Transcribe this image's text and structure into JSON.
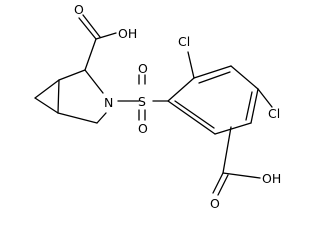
{
  "molecule": {
    "labels": {
      "cooh_top": "OH",
      "cooh_top_o": "O",
      "n": "N",
      "s": "S",
      "so2_o_top": "O",
      "so2_o_bottom": "O",
      "cl_top": "Cl",
      "cl_right": "Cl",
      "cooh_bottom": "OH",
      "cooh_bottom_o": "O"
    }
  }
}
